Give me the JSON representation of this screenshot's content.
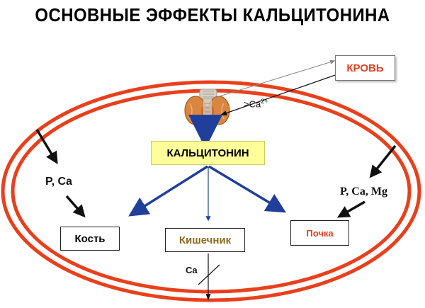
{
  "title": "ОСНОВНЫЕ ЭФФЕКТЫ КАЛЬЦИТОНИНА",
  "nodes": {
    "blood": "КРОВЬ",
    "calcitonin": "КАЛЬЦИТОНИН",
    "bone": "Кость",
    "intestine": "Кишечник",
    "kidney": "Почка"
  },
  "labels": {
    "stimulus_prefix": ">Ca",
    "stimulus_charge": "2+",
    "bone_ions": "P, Ca",
    "kidney_ions": "P, Ca, Mg",
    "intestine_ion": "Ca"
  },
  "colors": {
    "ellipse": "#e8401c",
    "main_arrows": "#1f3f9a",
    "blood_text": "#e8401c",
    "kidney_text": "#e8401c",
    "intestine_text": "#8a6a1a",
    "calcitonin_box": "#ffff99"
  },
  "icons": {
    "thyroid": "thyroid-gland-icon"
  }
}
